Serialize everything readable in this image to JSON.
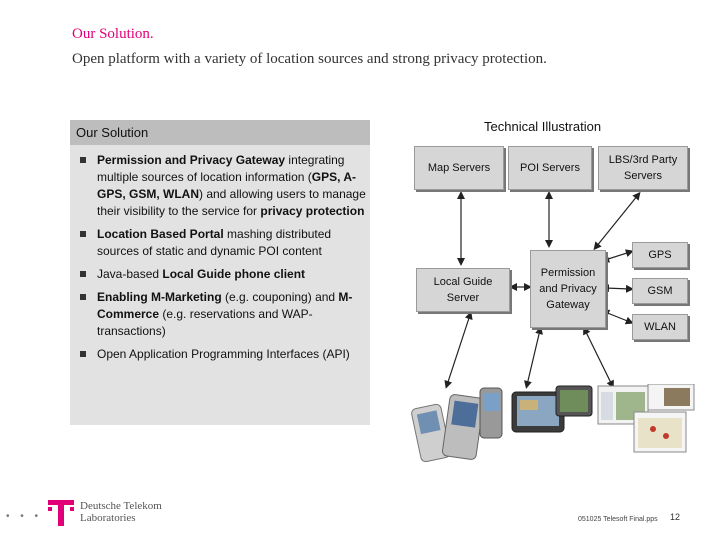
{
  "header": {
    "title": "Our Solution.",
    "subtitle": "Open platform with a variety of location sources and strong privacy protection."
  },
  "solution": {
    "heading": "Our Solution",
    "bullets": [
      {
        "parts": [
          {
            "t": "Permission and Privacy Gateway",
            "b": true
          },
          {
            "t": " integrating multiple sources of location information (",
            "b": false
          },
          {
            "t": "GPS, A-GPS, GSM, WLAN",
            "b": true
          },
          {
            "t": ") and allowing users to manage their visibility to the service for ",
            "b": false
          },
          {
            "t": "privacy protection",
            "b": true
          }
        ]
      },
      {
        "parts": [
          {
            "t": "Location Based Portal",
            "b": true
          },
          {
            "t": " mashing distributed sources of static and dynamic POI content",
            "b": false
          }
        ]
      },
      {
        "parts": [
          {
            "t": "Java-based ",
            "b": false
          },
          {
            "t": "Local Guide phone client",
            "b": true
          }
        ]
      },
      {
        "parts": [
          {
            "t": "Enabling M-Marketing",
            "b": true
          },
          {
            "t": " (e.g. couponing) and ",
            "b": false
          },
          {
            "t": "M-Commerce",
            "b": true
          },
          {
            "t": " (e.g. reservations and WAP-transactions)",
            "b": false
          }
        ]
      },
      {
        "parts": [
          {
            "t": "Open Application Programming Interfaces (API)",
            "b": false
          }
        ]
      }
    ]
  },
  "diagram": {
    "title": "Technical Illustration",
    "nodes": {
      "map_servers": "Map Servers",
      "poi_servers": "POI Servers",
      "lbs_servers": "LBS/3rd Party Servers",
      "local_guide": "Local Guide Server",
      "gateway": "Permission and Privacy Gateway",
      "gps": "GPS",
      "gsm": "GSM",
      "wlan": "WLAN"
    }
  },
  "footer": {
    "logo_line1": "Deutsche Telekom",
    "logo_line2": "Laboratories",
    "file": "051025 Telesoft Final.pps",
    "page": "12"
  },
  "colors": {
    "brand_magenta": "#e2007a",
    "panel_gray": "#e2e2e2",
    "box_gray": "#d6d6d6"
  }
}
